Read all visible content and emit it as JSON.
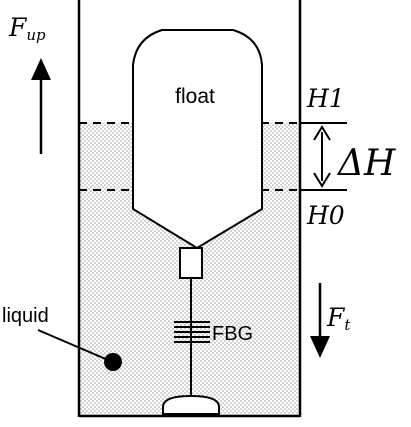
{
  "labels": {
    "f_up": "F",
    "f_up_sub": "up",
    "float": "float",
    "h1": "H1",
    "delta_h": "ΔH",
    "h0": "H0",
    "f_t": "F",
    "f_t_sub": "t",
    "fbg": "FBG",
    "liquid": "liquid"
  },
  "colors": {
    "stroke": "#000000",
    "background": "#ffffff",
    "liquid_dots": "#6a6a6a"
  }
}
